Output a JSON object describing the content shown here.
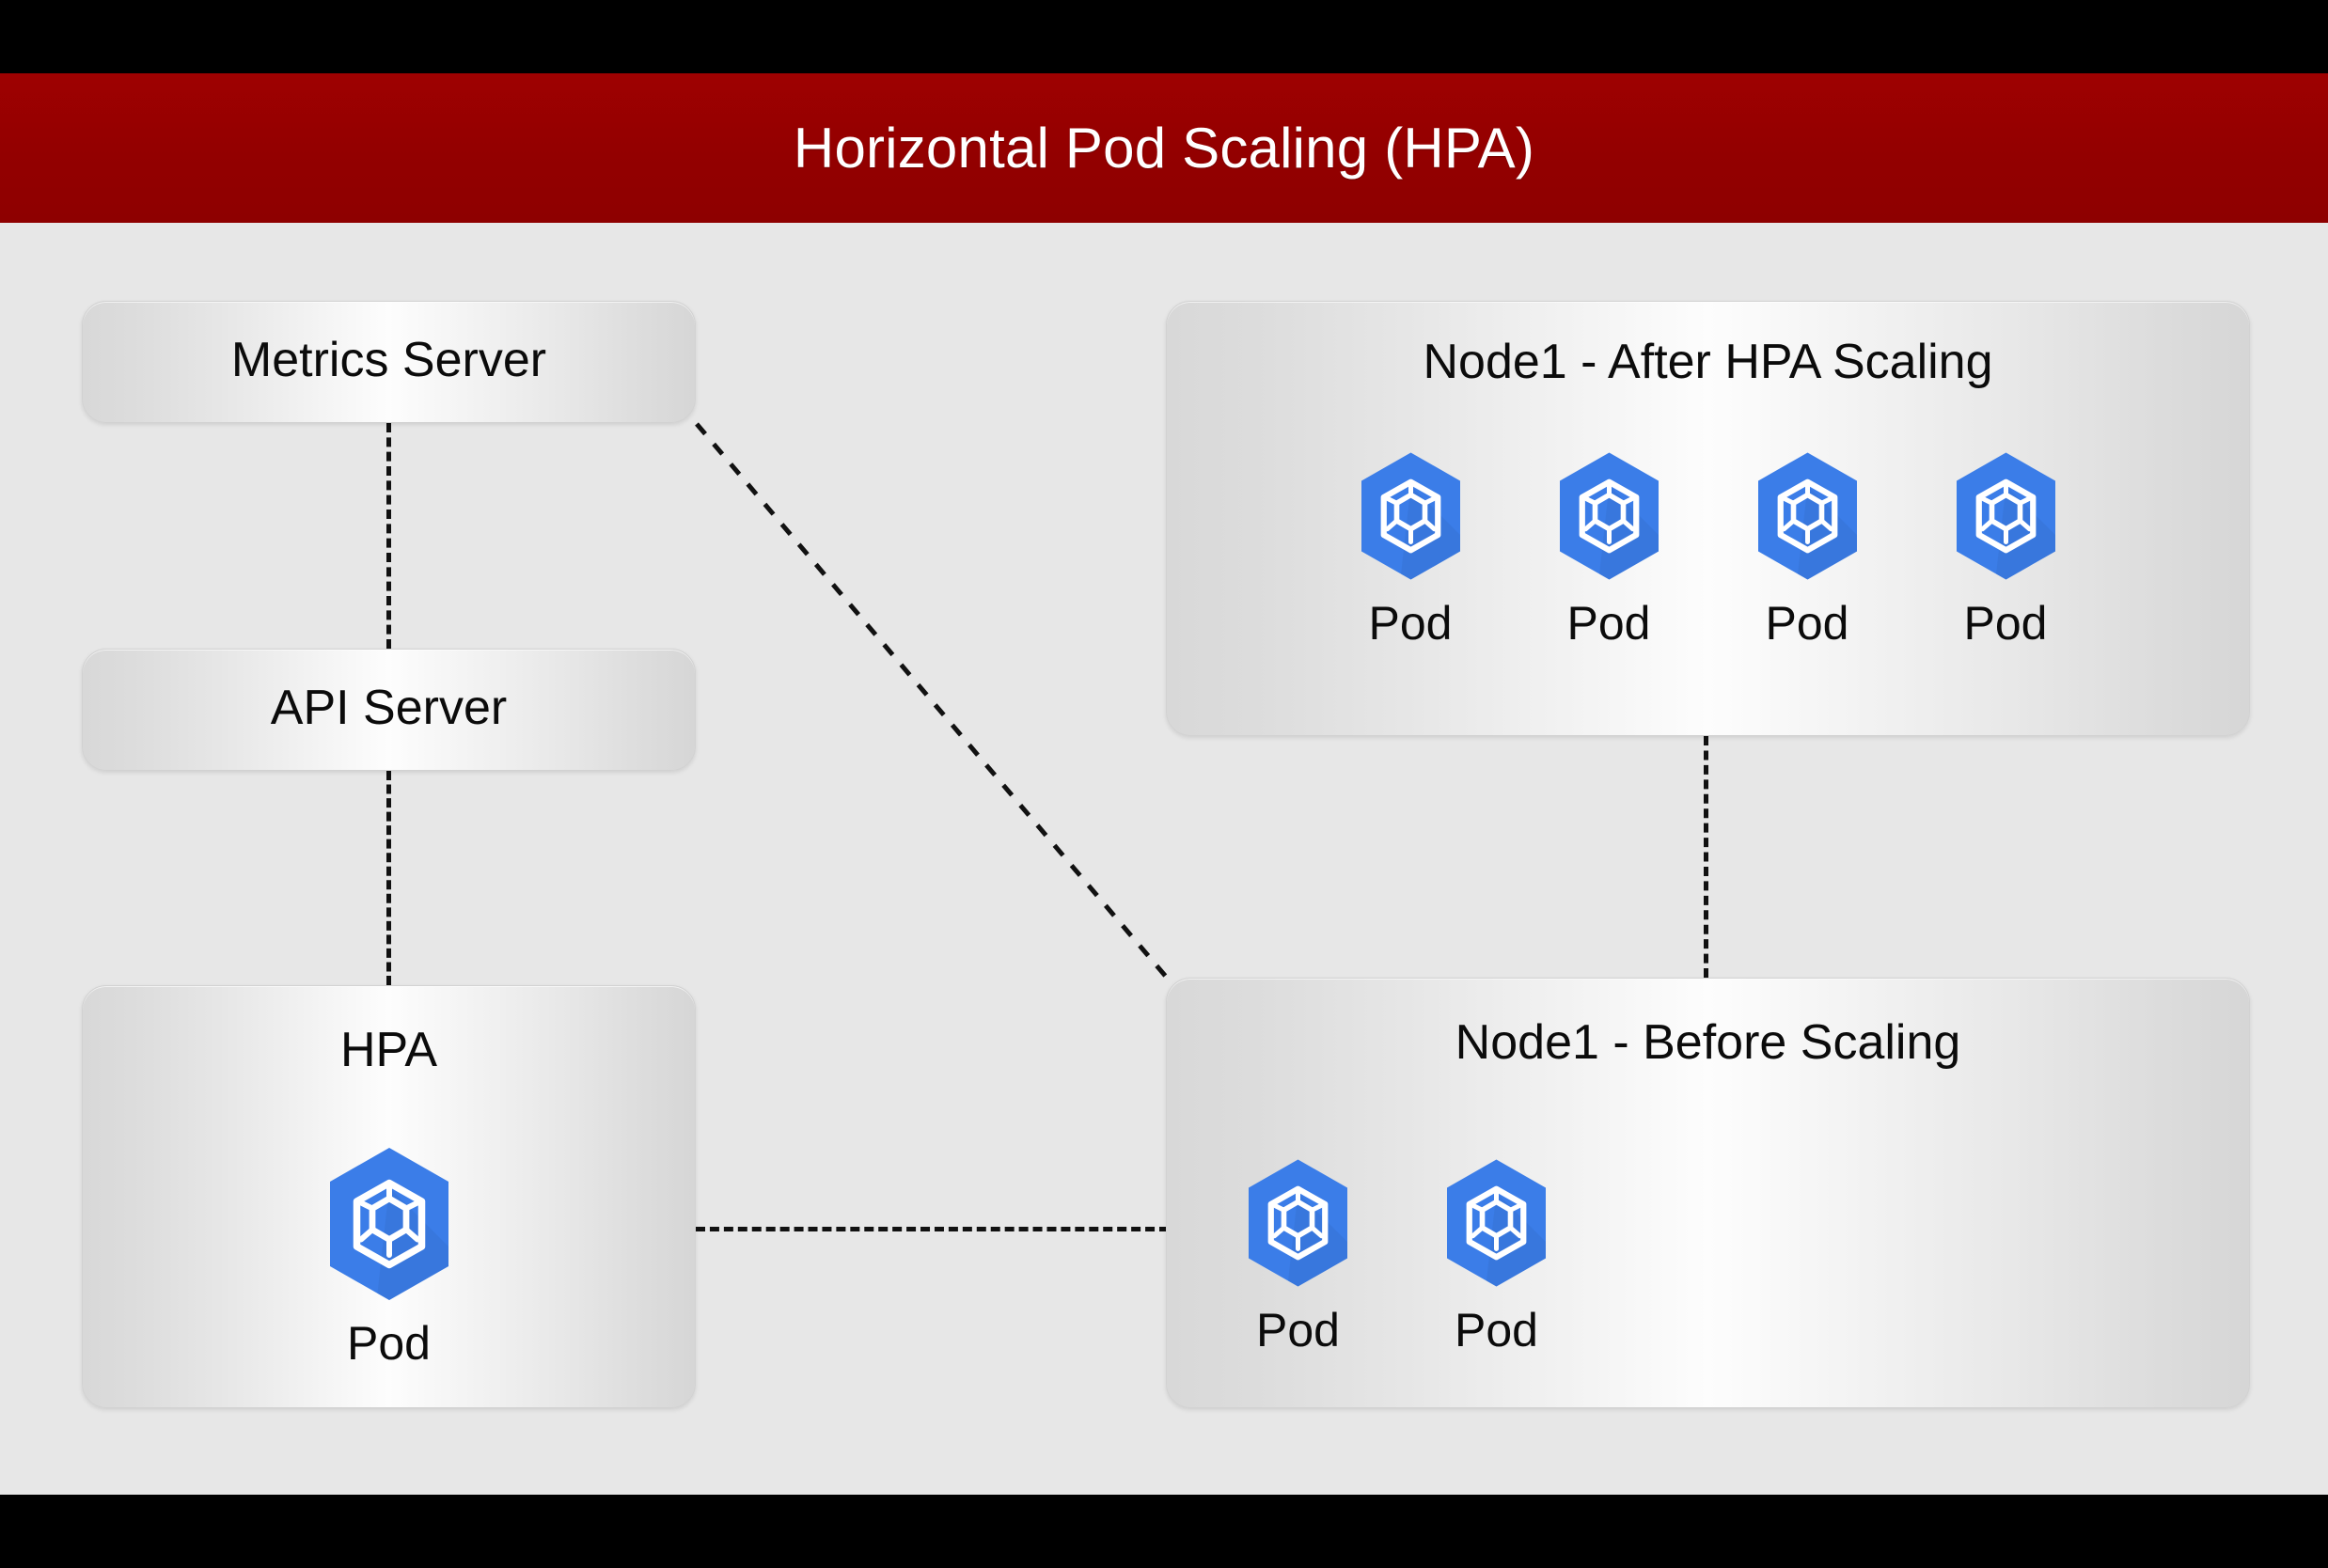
{
  "slide": {
    "title": "Horizontal Pod Scaling (HPA)",
    "title_bar_color": "#930000",
    "canvas_color": "#E7E7E7",
    "letterbox_color": "#000000",
    "pod_icon_color": "#3B7DE8"
  },
  "boxes": {
    "metrics_server": {
      "label": "Metrics Server"
    },
    "api_server": {
      "label": "API Server"
    },
    "hpa": {
      "label": "HPA",
      "pods": [
        {
          "caption": "Pod"
        }
      ]
    },
    "node_after": {
      "label": "Node1 - After HPA Scaling",
      "pods": [
        {
          "caption": "Pod"
        },
        {
          "caption": "Pod"
        },
        {
          "caption": "Pod"
        },
        {
          "caption": "Pod"
        }
      ]
    },
    "node_before": {
      "label": "Node1 - Before Scaling",
      "pods": [
        {
          "caption": "Pod"
        },
        {
          "caption": "Pod"
        }
      ]
    }
  },
  "connectors": [
    {
      "name": "metrics-server-to-api-server",
      "style": "dashed",
      "orientation": "vertical"
    },
    {
      "name": "api-server-to-hpa",
      "style": "dashed",
      "orientation": "vertical"
    },
    {
      "name": "metrics-server-to-node-before",
      "style": "dashed",
      "orientation": "diagonal"
    },
    {
      "name": "hpa-to-node-before",
      "style": "dashed",
      "orientation": "horizontal"
    },
    {
      "name": "node-before-to-node-after",
      "style": "dashed",
      "orientation": "vertical"
    }
  ]
}
